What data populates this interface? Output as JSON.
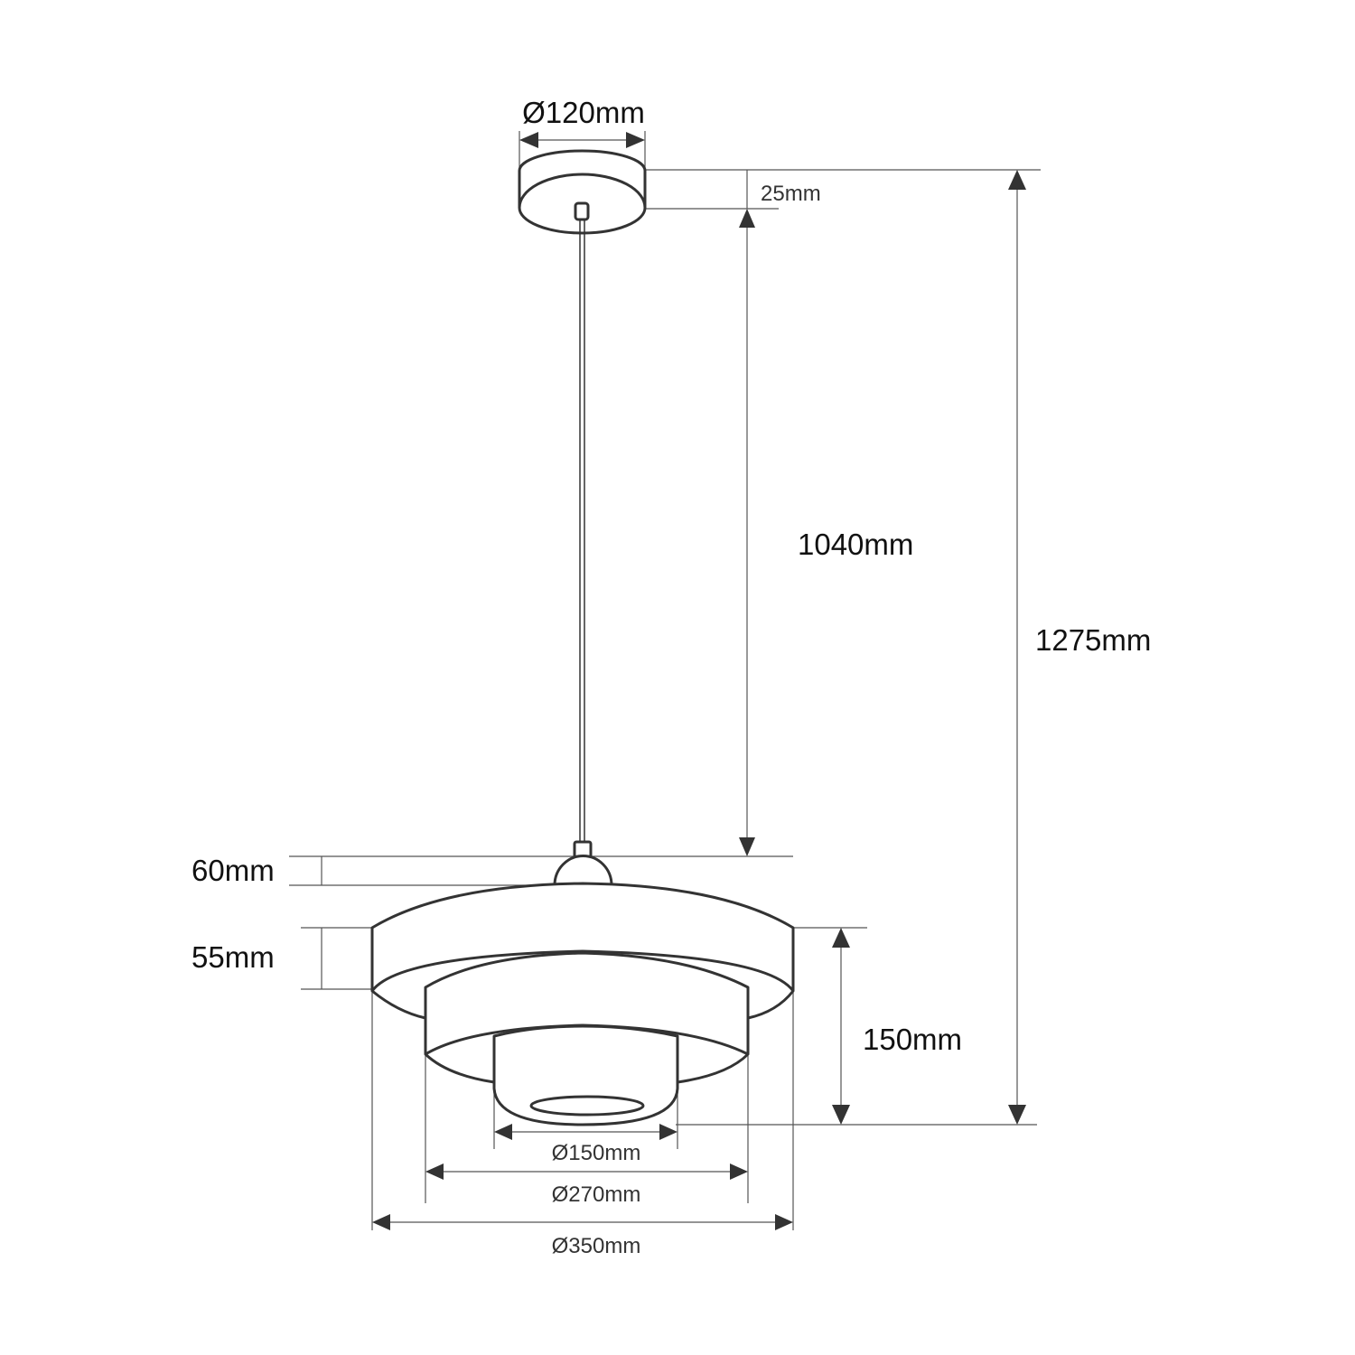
{
  "dimensions": {
    "canopy_diameter": "Ø120mm",
    "canopy_height": "25mm",
    "cable_length": "1040mm",
    "total_height": "1275mm",
    "mount_height": "60mm",
    "outer_shade_height": "55mm",
    "shade_height": "150mm",
    "inner_diameter": "Ø150mm",
    "middle_diameter": "Ø270mm",
    "outer_diameter": "Ø350mm"
  }
}
